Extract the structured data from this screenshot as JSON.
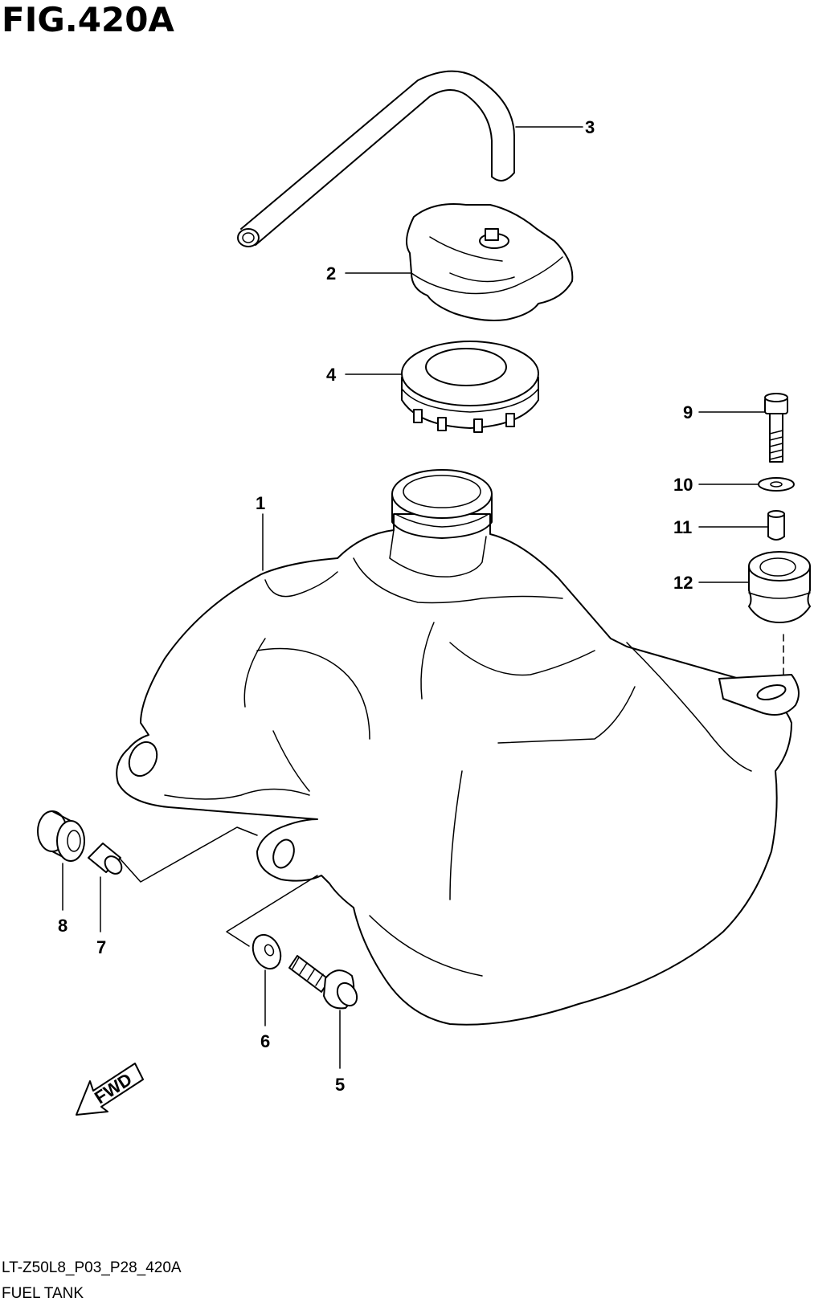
{
  "figure": {
    "title": "FIG.420A",
    "code": "LT-Z50L8_P03_P28_420A",
    "name": "FUEL TANK"
  },
  "callouts": {
    "c1": "1",
    "c2": "2",
    "c3": "3",
    "c4": "4",
    "c5": "5",
    "c6": "6",
    "c7": "7",
    "c8": "8",
    "c9": "9",
    "c10": "10",
    "c11": "11",
    "c12": "12"
  },
  "direction_label": "FWD"
}
